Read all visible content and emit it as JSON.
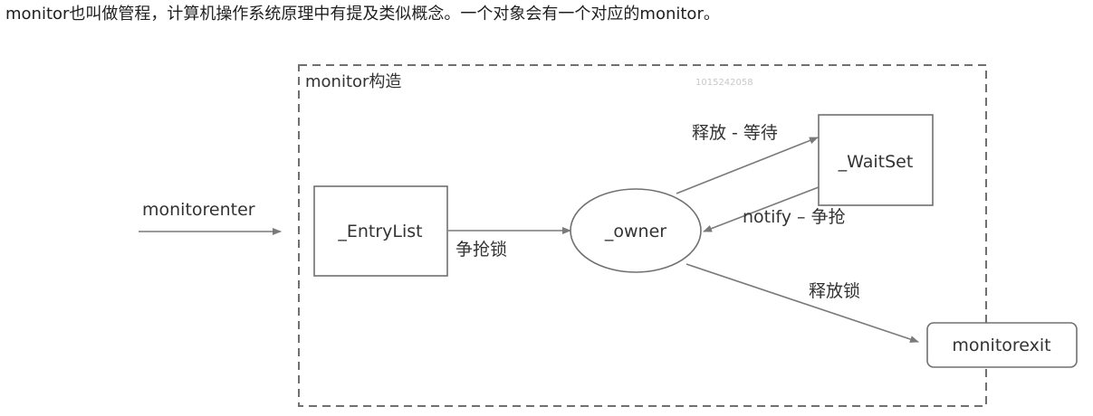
{
  "intro_text": "monitor也叫做管程，计算机操作系统原理中有提及类似概念。一个对象会有一个对应的monitor。",
  "diagram": {
    "frame_title": "monitor构造",
    "watermark": "1015242058",
    "nodes": {
      "entry_list": "_EntryList",
      "owner": "_owner",
      "wait_set": "_WaitSet",
      "monitor_exit": "monitorexit"
    },
    "edges": {
      "monitorenter": "monitorenter",
      "compete_lock": "争抢锁",
      "release_wait": "释放 - 等待",
      "notify_compete": "notify – 争抢",
      "release_lock": "释放锁"
    },
    "colors": {
      "stroke": "#707070",
      "arrow": "#7a7a7a",
      "text": "#333333"
    }
  }
}
